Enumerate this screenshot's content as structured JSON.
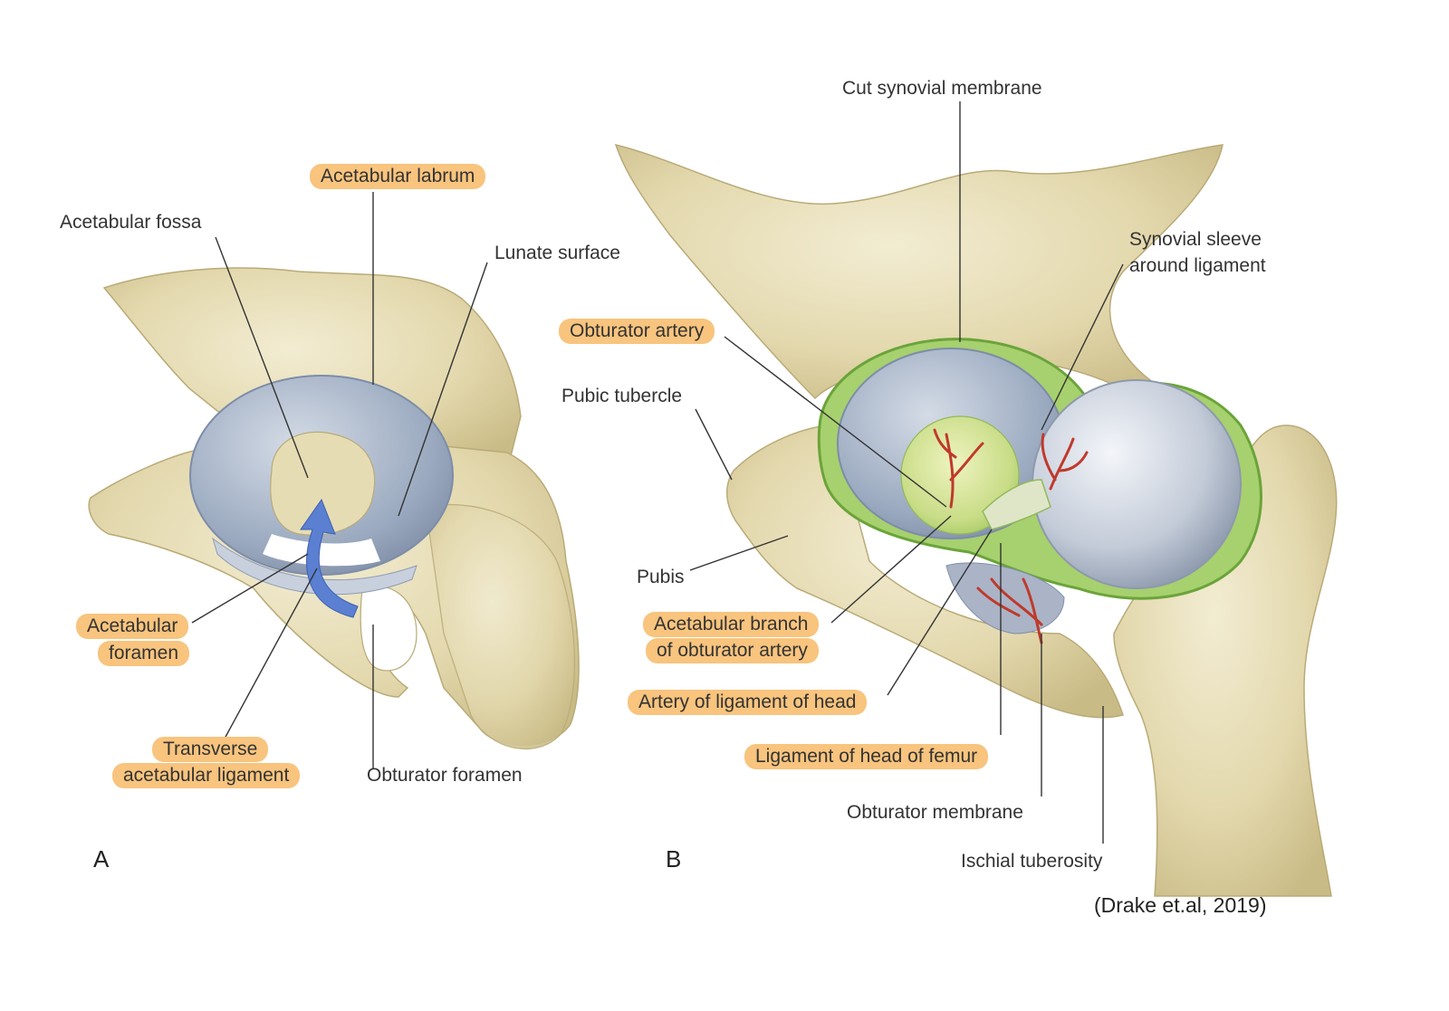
{
  "panels": {
    "a_letter": "A",
    "b_letter": "B"
  },
  "labels_a": {
    "acetabular_labrum": "Acetabular labrum",
    "acetabular_fossa": "Acetabular fossa",
    "lunate_surface": "Lunate surface",
    "acetabular_foramen_line1": "Acetabular",
    "acetabular_foramen_line2": "foramen",
    "transverse_line1": "Transverse",
    "transverse_line2": "acetabular ligament",
    "obturator_foramen": "Obturator foramen"
  },
  "labels_b": {
    "cut_synovial_membrane": "Cut synovial membrane",
    "synovial_sleeve_line1": "Synovial sleeve",
    "synovial_sleeve_line2": "around ligament",
    "obturator_artery": "Obturator artery",
    "pubic_tubercle": "Pubic tubercle",
    "pubis": "Pubis",
    "acetabular_branch_line1": "Acetabular branch",
    "acetabular_branch_line2": "of obturator artery",
    "artery_of_ligament": "Artery of ligament of head",
    "ligament_of_head": "Ligament of head of femur",
    "obturator_membrane": "Obturator membrane",
    "ischial_tuberosity": "Ischial tuberosity"
  },
  "citation": "(Drake et.al, 2019)",
  "colors": {
    "highlight": "#f8c47e",
    "bone": "#e6dcb4",
    "cartilage": "#a9b7cc",
    "synovial": "#8cc45a",
    "artery": "#c0392b",
    "arrow": "#5b7fd1"
  }
}
